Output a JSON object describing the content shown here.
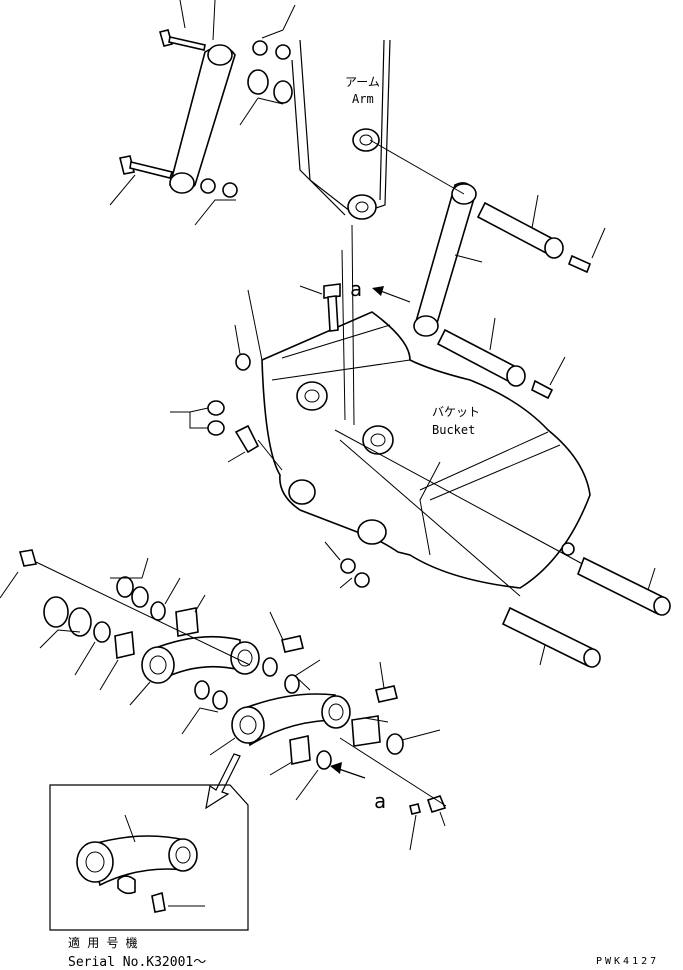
{
  "labels": {
    "arm_jp": "アーム",
    "arm_en": "Arm",
    "bucket_jp": "バケット",
    "bucket_en": "Bucket",
    "ref_a_top": "a",
    "ref_a_bottom": "a",
    "applicable_jp": "適 用 号 機",
    "serial": "Serial No.K32001〜",
    "drawing_code": "PWK4127"
  }
}
